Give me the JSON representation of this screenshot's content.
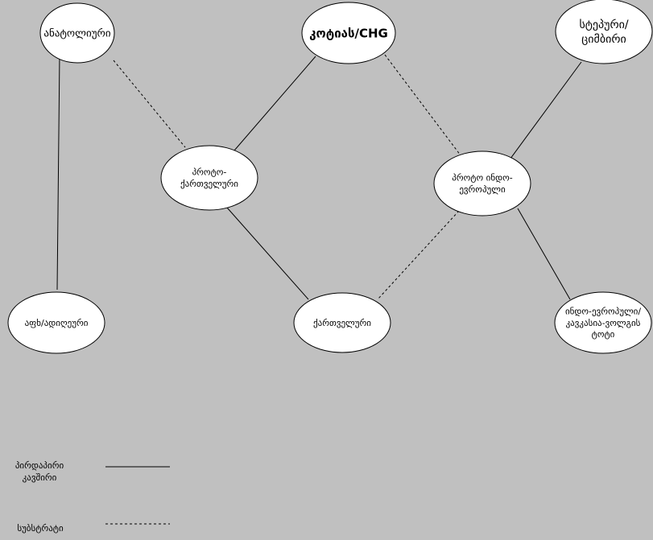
{
  "nodes": [
    {
      "id": "anatolian",
      "lines": [
        "ანატოლიური"
      ]
    },
    {
      "id": "kotias",
      "lines": [
        "კოტიას/CHG"
      ]
    },
    {
      "id": "steppe",
      "lines": [
        "სტეპური/",
        "ციმბირი"
      ]
    },
    {
      "id": "proto-kartvelian",
      "lines": [
        "პროტო-",
        "ქართველური"
      ]
    },
    {
      "id": "proto-ie",
      "lines": [
        "პროტო ინდო-",
        "ევროპული"
      ]
    },
    {
      "id": "abkhaz-adyghe",
      "lines": [
        "აფხ/ადიღეური"
      ]
    },
    {
      "id": "kartvelian",
      "lines": [
        "ქართველური"
      ]
    },
    {
      "id": "ie-caucasus",
      "lines": [
        "ინდო-ევროპული/",
        "კავკასია-ვოლგის",
        "ტოტი"
      ]
    }
  ],
  "edges": [
    {
      "from": "anatolian",
      "to": "abkhaz-adyghe",
      "type": "direct"
    },
    {
      "from": "anatolian",
      "to": "proto-kartvelian",
      "type": "substrate"
    },
    {
      "from": "kotias",
      "to": "proto-kartvelian",
      "type": "direct"
    },
    {
      "from": "kotias",
      "to": "proto-ie",
      "type": "substrate"
    },
    {
      "from": "steppe",
      "to": "proto-ie",
      "type": "direct"
    },
    {
      "from": "proto-kartvelian",
      "to": "kartvelian",
      "type": "direct"
    },
    {
      "from": "proto-ie",
      "to": "kartvelian",
      "type": "substrate"
    },
    {
      "from": "proto-ie",
      "to": "ie-caucasus",
      "type": "direct"
    }
  ],
  "legend": {
    "direct": [
      "პირდაპირი",
      "კავშირი"
    ],
    "substrate": [
      "სუბსტრატი"
    ]
  },
  "colors": {
    "background": "#c0c0c0",
    "node_fill": "#ffffff",
    "stroke": "#000000"
  }
}
